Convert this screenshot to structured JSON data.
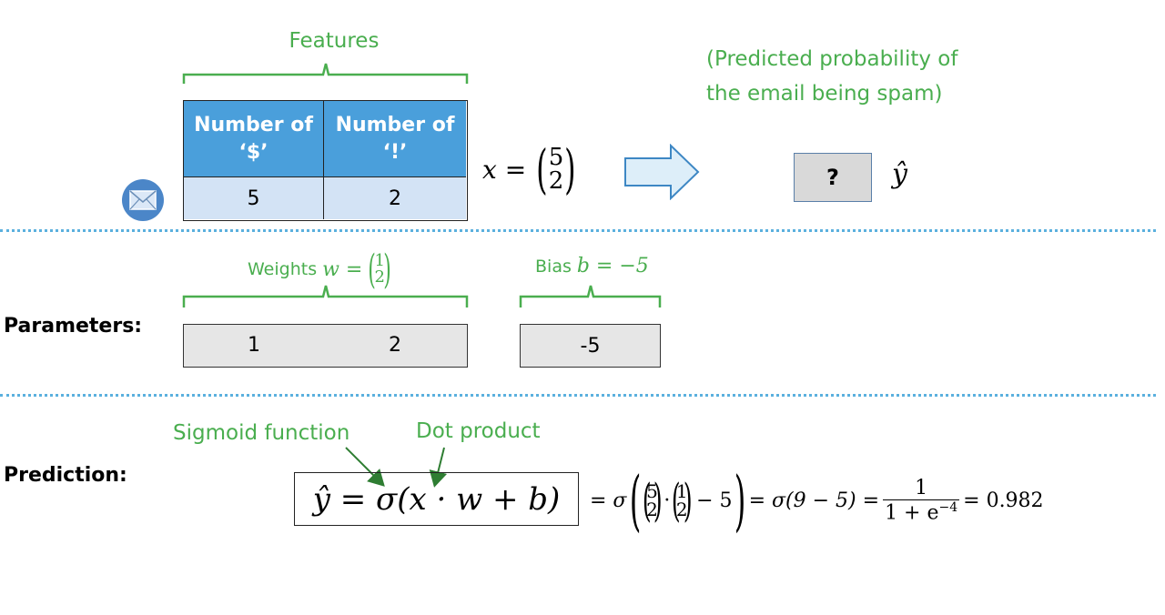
{
  "features": {
    "title": "Features",
    "headers": [
      "Number of ‘$’",
      "Number of ‘!’"
    ],
    "values": [
      "5",
      "2"
    ],
    "x_label": "x =",
    "x_vector": [
      "5",
      "2"
    ]
  },
  "output": {
    "caption_line1": "(Predicted probability of",
    "caption_line2": "the email being spam)",
    "unknown": "?",
    "yhat": "ŷ"
  },
  "parameters": {
    "label": "Parameters:",
    "weights_label": "Weights",
    "weights_symbol": "w =",
    "weights_vector": [
      "1",
      "2"
    ],
    "weights_values": [
      "1",
      "2"
    ],
    "bias_label": "Bias",
    "bias_symbol": "b = −5",
    "bias_value": "-5"
  },
  "prediction": {
    "label": "Prediction:",
    "sigmoid_label": "Sigmoid function",
    "dot_label": "Dot product",
    "formula": "ŷ = σ(x · w + b)",
    "eq_sigma": "= σ",
    "vec_x": [
      "5",
      "2"
    ],
    "dot": "·",
    "vec_w": [
      "1",
      "2"
    ],
    "minus5": "− 5",
    "step2": "= σ(9 − 5) =",
    "frac_num": "1",
    "frac_den": "1 + e",
    "frac_exp": "−4",
    "result": "= 0.982"
  },
  "colors": {
    "accent_green": "#4aae4f",
    "header_blue": "#4a9fdb",
    "cell_light_blue": "#d3e3f5",
    "param_grey": "#e6e6e6",
    "separator_blue": "#5bb0de"
  },
  "icons": [
    "email-icon",
    "right-arrow-icon"
  ]
}
